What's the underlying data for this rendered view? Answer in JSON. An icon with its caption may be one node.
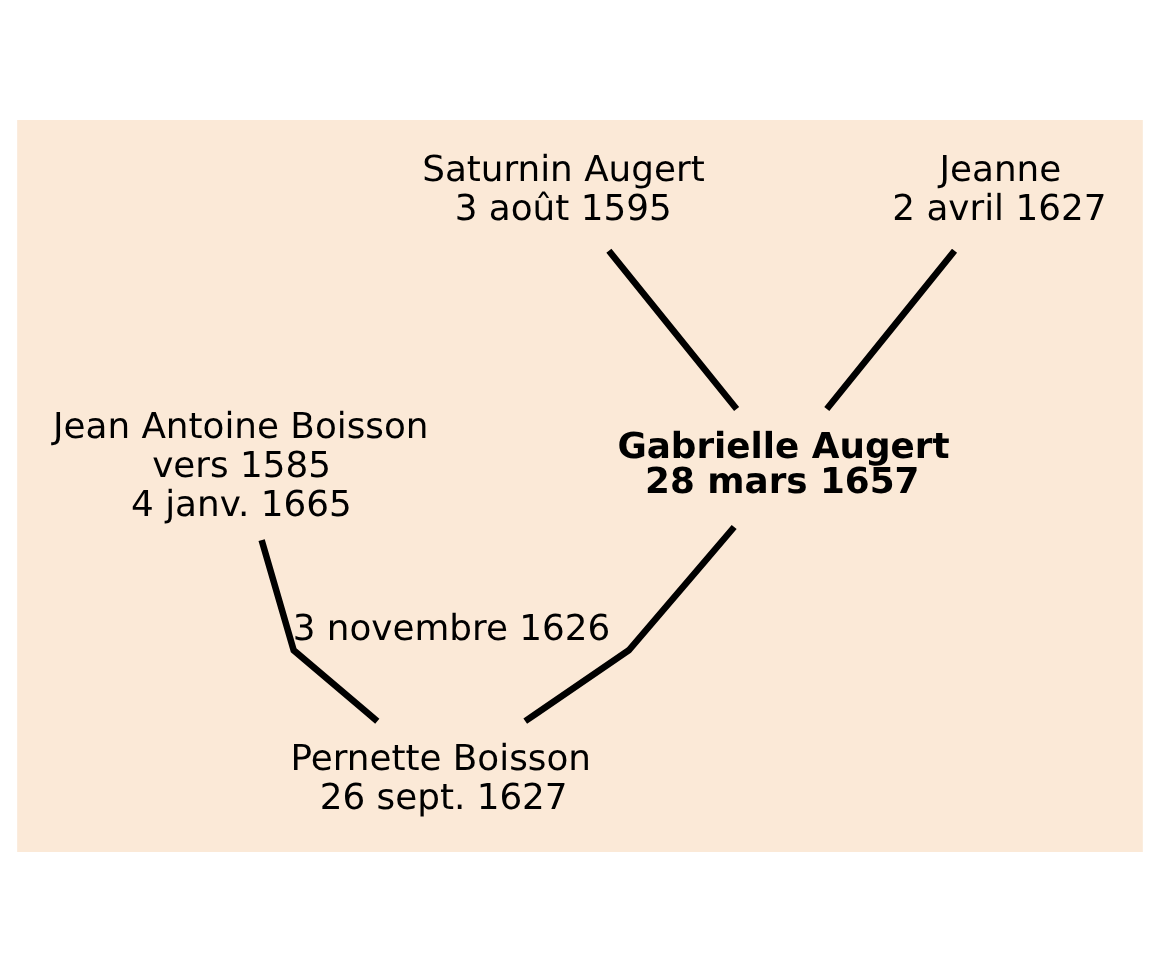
{
  "diagram": {
    "nodes": [
      {
        "text": [
          "Saturnin Augert",
          "3 août 1595"
        ]
      },
      {
        "text": [
          "Jeanne",
          "2 avril 1627"
        ]
      },
      {
        "text": [
          "Jean Antoine Boisson",
          "vers 1585",
          "4 janv. 1665"
        ]
      },
      {
        "text": [
          "Gabrielle Augert",
          "28 mars 1657"
        ]
      },
      {
        "text": [
          "Pernette Boisson",
          "26 sept. 1627"
        ]
      }
    ],
    "edges": [
      {
        "from": 0,
        "to": 3,
        "arrow": "none"
      },
      {
        "from": 1,
        "to": 3,
        "arrow": "none"
      },
      {
        "from": 2,
        "to": 4,
        "arrow": "none",
        "label": "3 novembre 1626"
      },
      {
        "from": 3,
        "to": 4,
        "arrow": "none"
      }
    ]
  }
}
